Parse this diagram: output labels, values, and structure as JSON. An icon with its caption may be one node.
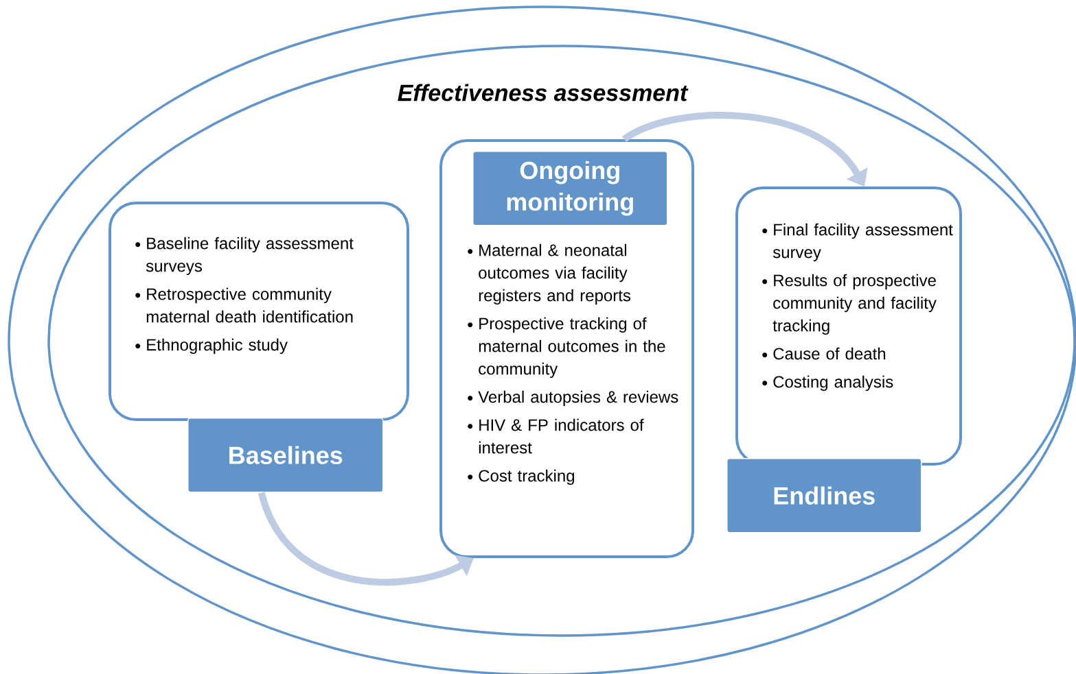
{
  "diagram": {
    "nodes": [
      {
        "text": [],
        "shape": "ellipse"
      },
      {
        "text": [
          "Effectiveness assessment"
        ],
        "in": 0
      },
      {
        "text": [
          "Baseline facility assessment surveys",
          "Retrospective community maternal death identification",
          "Ethnographic study"
        ],
        "in": 1
      },
      {
        "text": [
          "Baselines"
        ],
        "in": 1
      },
      {
        "text": [
          "Maternal & neonatal outcomes via facility registers and reports",
          "Prospective tracking of maternal outcomes in the community",
          "Verbal autopsies & reviews",
          "HIV  & FP indicators of interest",
          "Cost tracking"
        ],
        "in": 1
      },
      {
        "text": [
          "Ongoing monitoring"
        ],
        "in": 4
      },
      {
        "text": [
          "Final facility assessment survey",
          "Results of prospective community and facility tracking",
          "Cause of death",
          "Costing analysis"
        ],
        "in": 1
      },
      {
        "text": [
          "Endlines"
        ],
        "in": 1
      }
    ],
    "edges": [
      {
        "from": 3,
        "to": 4,
        "arrow": "to"
      },
      {
        "from": 4,
        "to": 6,
        "arrow": "to"
      }
    ]
  }
}
